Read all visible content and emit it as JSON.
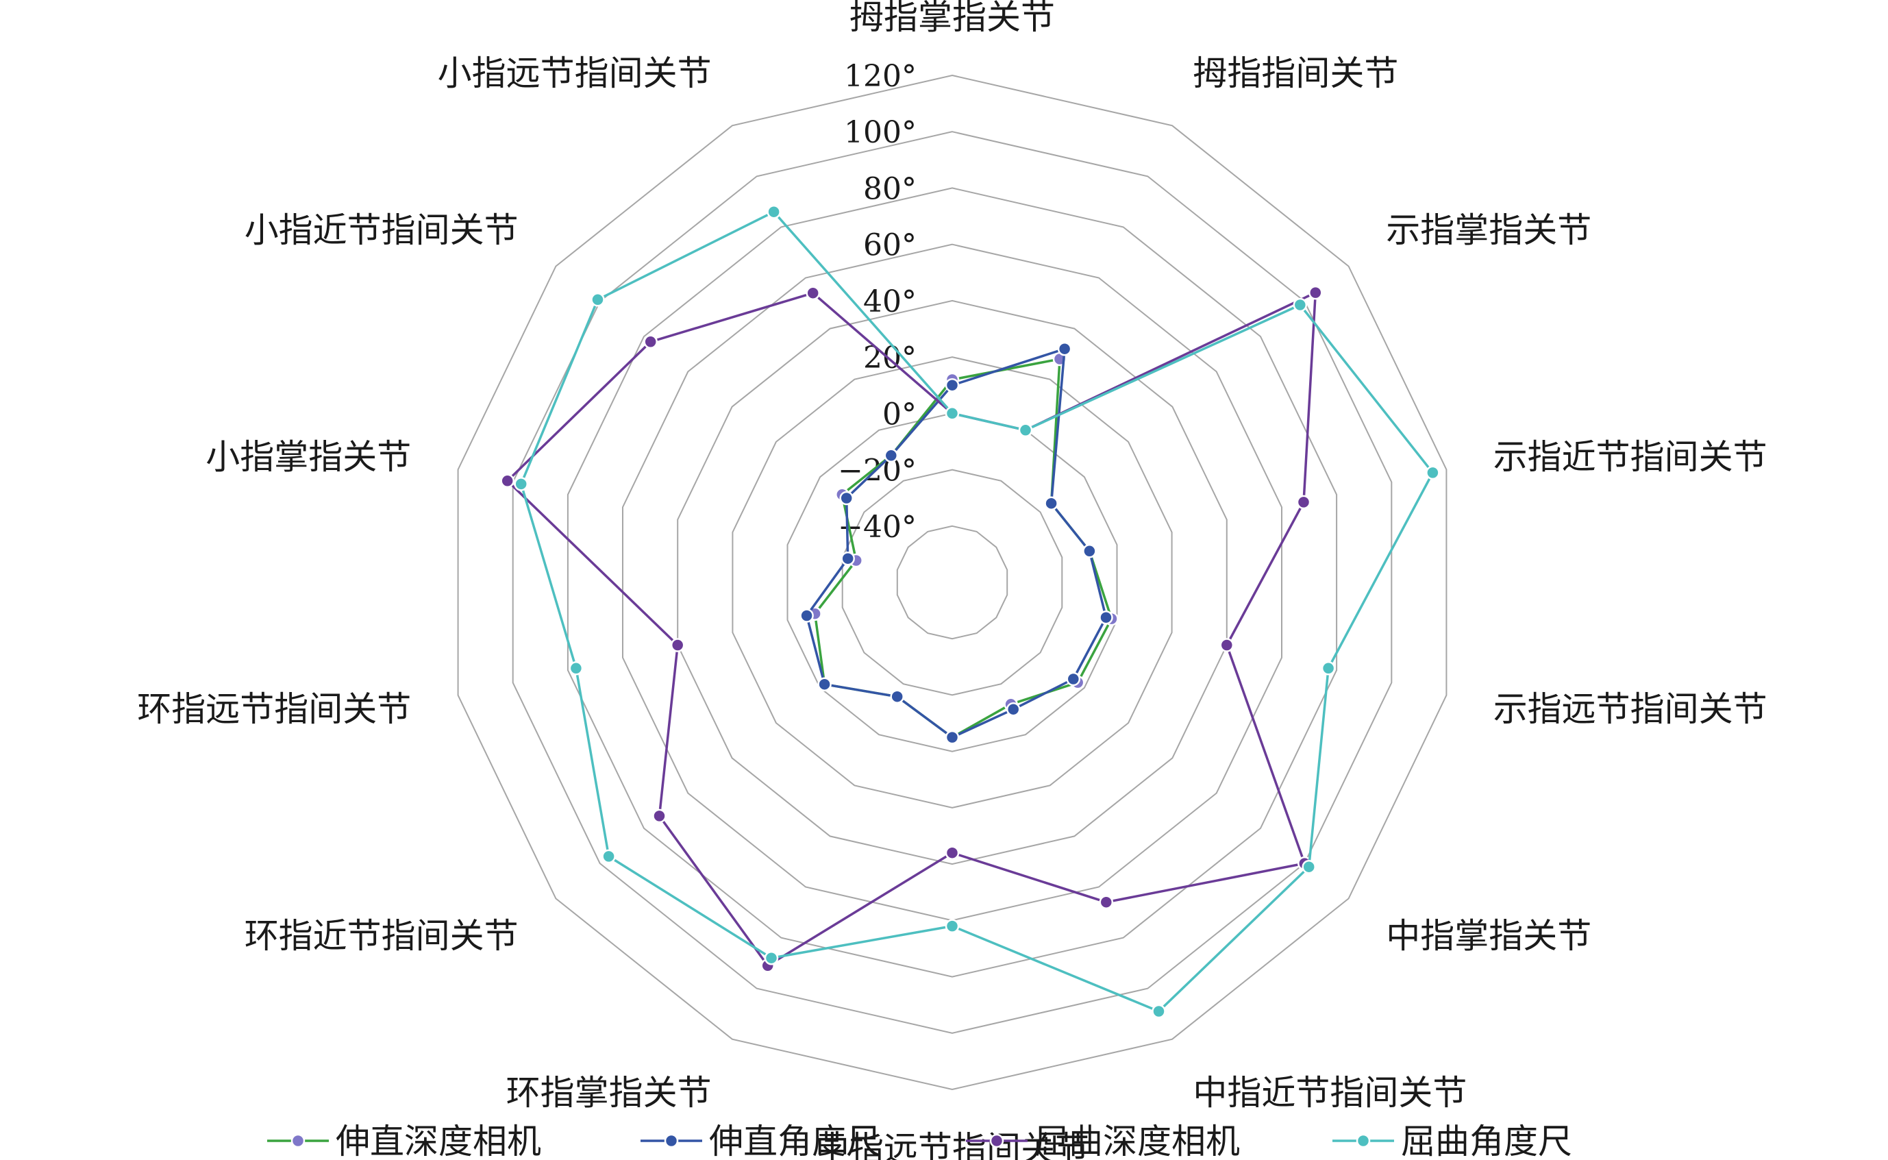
{
  "chart_data": {
    "type": "radar",
    "title": "",
    "axes": [
      "拇指掌指关节",
      "拇指指间关节",
      "示指掌指关节",
      "示指近节指间关节",
      "示指远节指间关节",
      "中指掌指关节",
      "中指近节指间关节",
      "中指远节指间关节",
      "环指掌指关节",
      "环指近节指间关节",
      "环指远节指间关节",
      "小指掌指关节",
      "小指近节指间关节",
      "小指远节指间关节"
    ],
    "rlim": [
      -60,
      120
    ],
    "ticks": [
      -40,
      -20,
      0,
      20,
      40,
      60,
      80,
      100,
      120
    ],
    "tick_labels": [
      "−40°",
      "−20°",
      "0°",
      "20°",
      "40°",
      "60°",
      "80°",
      "100°",
      "120°"
    ],
    "grid": true,
    "legend_position": "bottom",
    "series": [
      {
        "name": "伸直深度相机",
        "color": "#3aa33f",
        "marker_color": "#7f77c9",
        "values": [
          12,
          28,
          -15,
          -10,
          -2,
          -3,
          -12,
          -5,
          -15,
          -2,
          -10,
          -25,
          -10,
          -10
        ]
      },
      {
        "name": "伸直角度尺",
        "color": "#3355a5",
        "marker_color": "#3355a5",
        "values": [
          10,
          32,
          -15,
          -10,
          -4,
          -5,
          -10,
          -5,
          -15,
          -2,
          -7,
          -22,
          -12,
          -10
        ]
      },
      {
        "name": "屈曲深度相机",
        "color": "#6a3b97",
        "marker_color": "#6a3b97",
        "values": [
          0,
          0,
          105,
          68,
          40,
          100,
          66,
          36,
          91,
          73,
          40,
          102,
          77,
          54
        ]
      },
      {
        "name": "屈曲角度尺",
        "color": "#4dbfc0",
        "marker_color": "#4dbfc0",
        "values": [
          0,
          0,
          98,
          115,
          77,
          102,
          109,
          62,
          88,
          96,
          77,
          97,
          101,
          86
        ]
      }
    ]
  }
}
